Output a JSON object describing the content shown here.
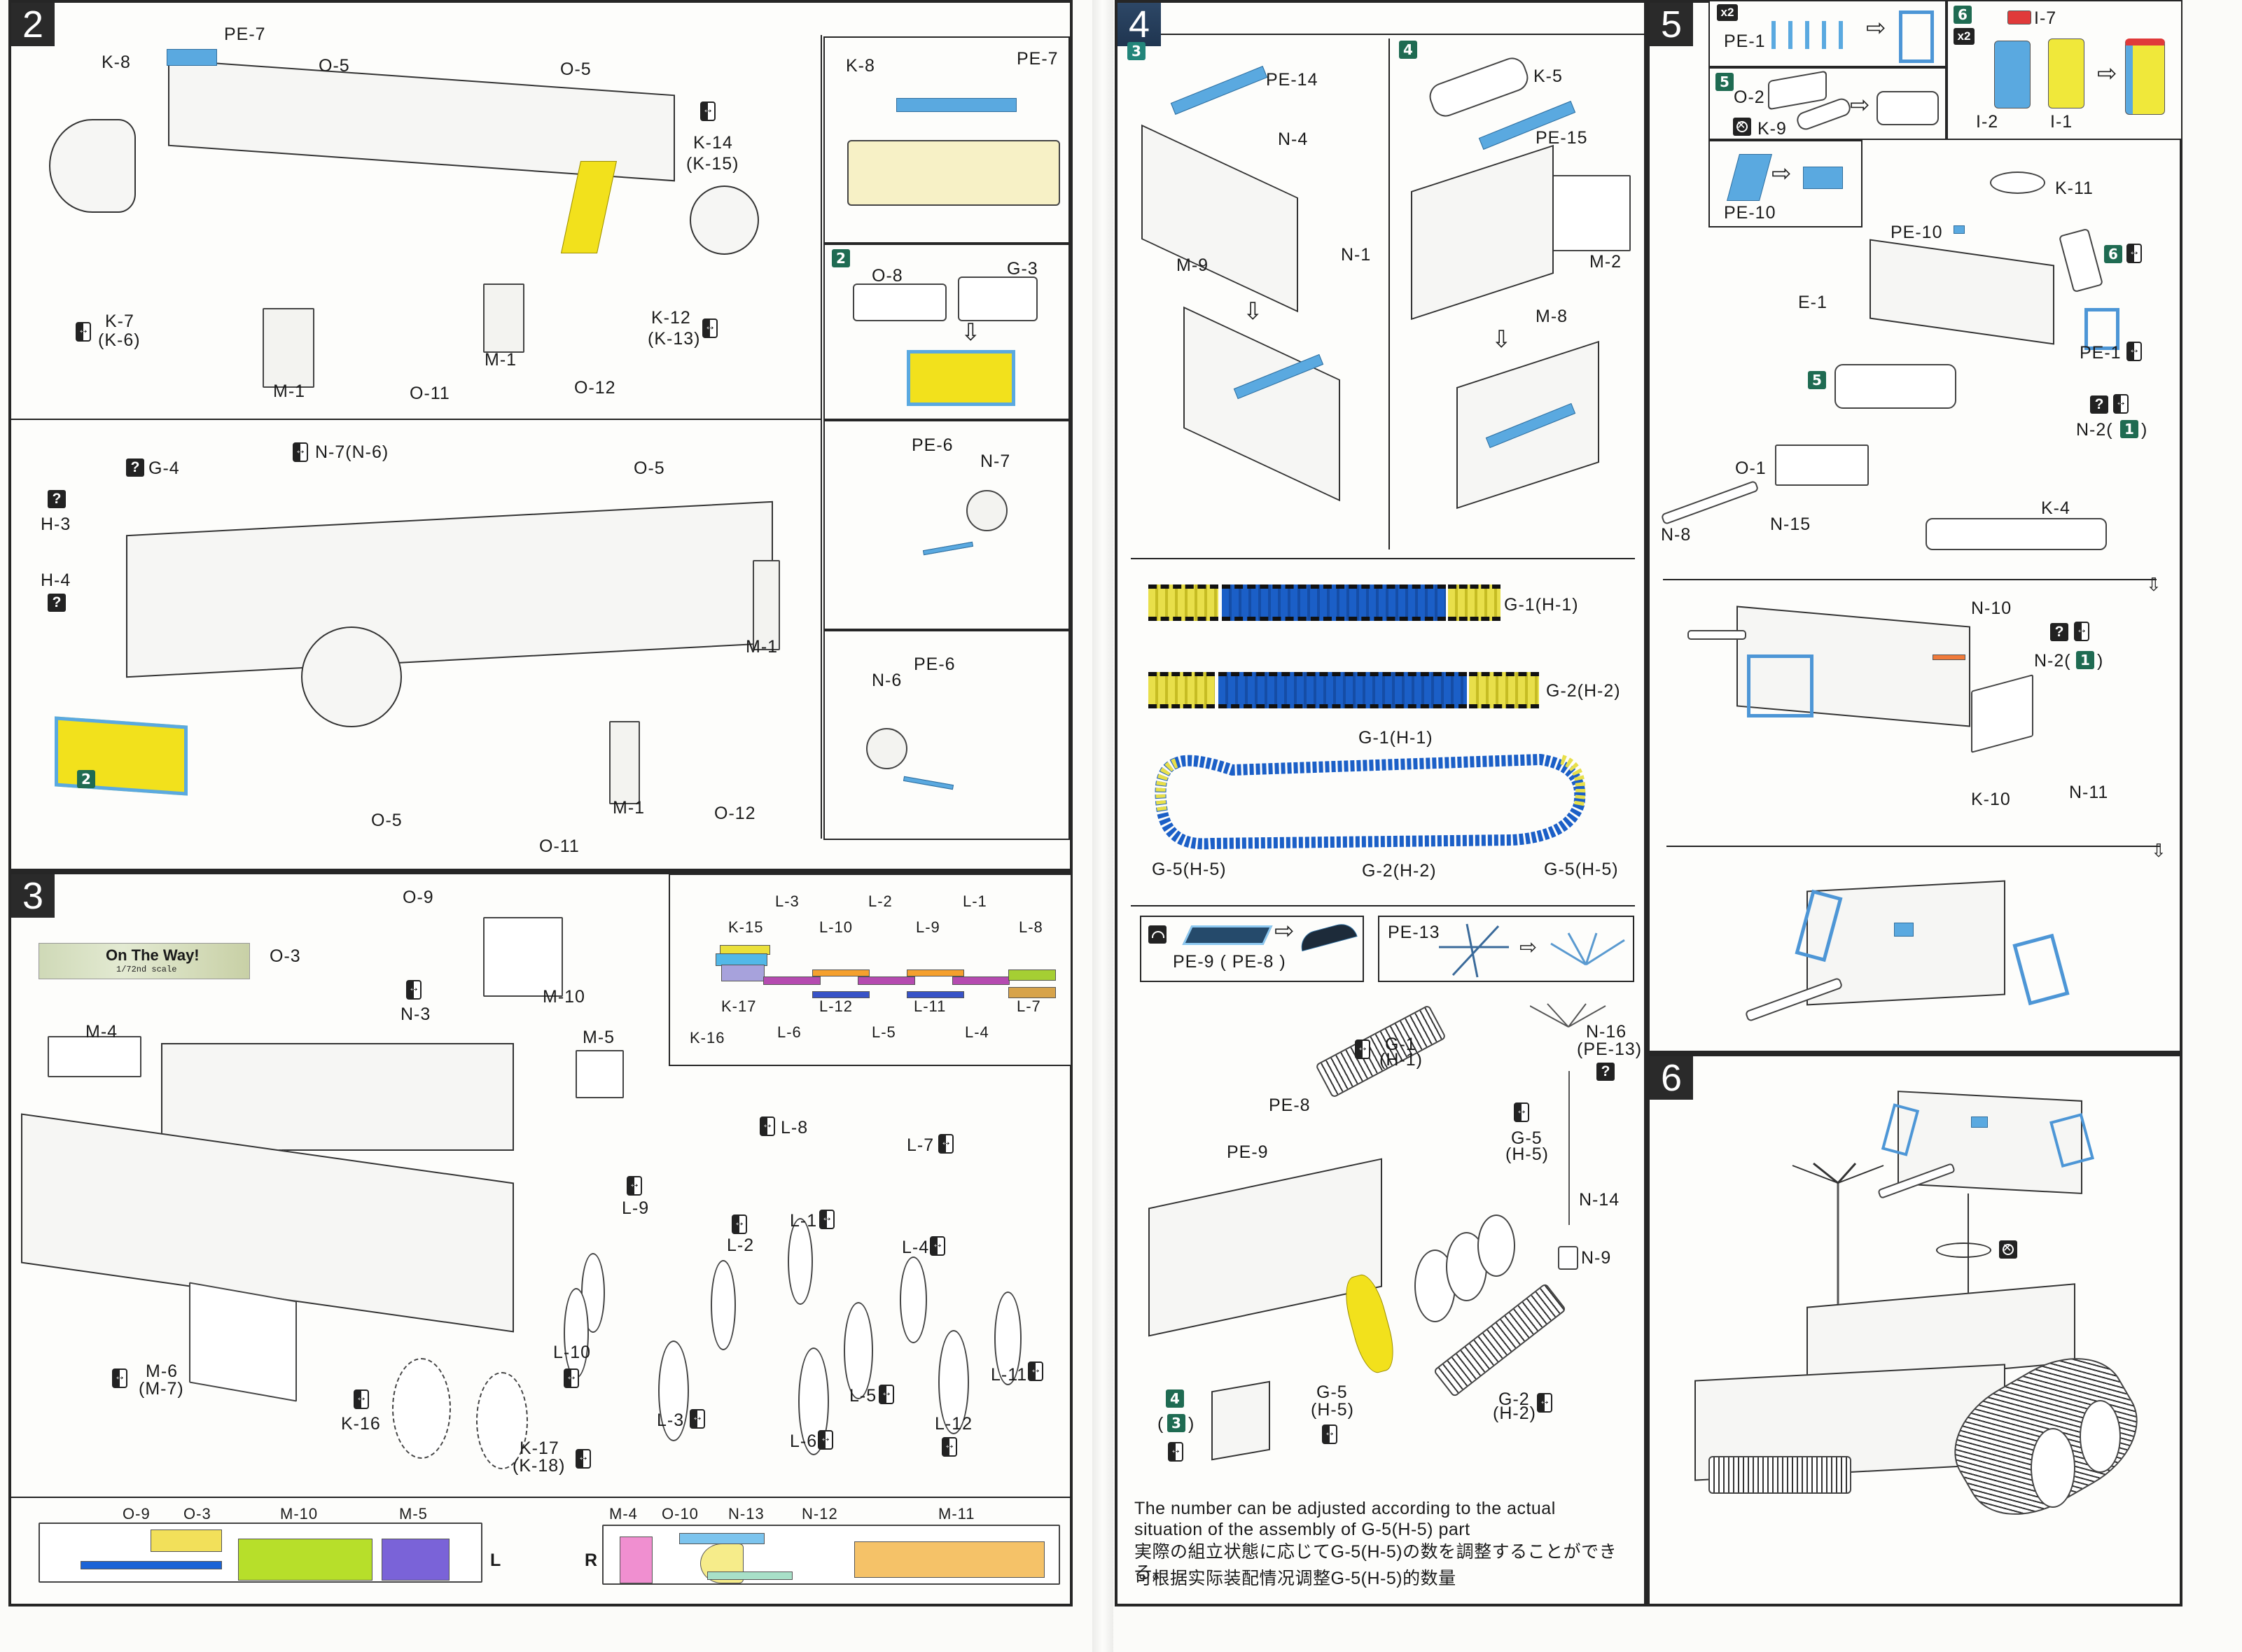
{
  "steps": {
    "step2": {
      "number": "2",
      "upper_labels": [
        "PE-7",
        "K-8",
        "O-5",
        "O-5",
        "K-14",
        "(K-15)",
        "K-7",
        "(K-6)",
        "M-1",
        "O-11",
        "M-1",
        "O-12",
        "K-12",
        "(K-13)"
      ],
      "lower_labels": [
        "G-4",
        "H-3",
        "H-4",
        "N-7(N-6)",
        "O-5",
        "M-1",
        "O-5",
        "O-11",
        "M-1",
        "O-12"
      ],
      "sub_badge": "2",
      "detail_top": {
        "labels": [
          "K-8",
          "PE-7"
        ]
      },
      "detail_sub2": {
        "badge": "2",
        "labels": [
          "O-8",
          "G-3"
        ]
      },
      "detail_n7": {
        "labels": [
          "PE-6",
          "N-7"
        ]
      },
      "detail_n6": {
        "labels": [
          "PE-6",
          "N-6"
        ]
      }
    },
    "step3": {
      "number": "3",
      "logo": {
        "title": "On The Way!",
        "scale": "1/72nd scale",
        "subtitle": "Armour Modeling Resource Centre"
      },
      "labels_top": [
        "O-9",
        "O-3",
        "N-3",
        "M-10",
        "M-4",
        "M-5"
      ],
      "labels_wheels": [
        "L-8",
        "L-7",
        "L-9",
        "L-2",
        "L-1",
        "L-4",
        "L-10",
        "L-5",
        "L-11",
        "L-3",
        "L-6",
        "L-12",
        "M-6",
        "(M-7)",
        "K-16",
        "K-17",
        "(K-18)"
      ],
      "wheel_legend": {
        "top": [
          "L-3",
          "L-2",
          "L-1"
        ],
        "mid_top": [
          "K-15",
          "L-10",
          "L-9",
          "L-8"
        ],
        "mid_bottom": [
          "K-17",
          "L-12",
          "L-11",
          "L-7"
        ],
        "bottom": [
          "K-16",
          "L-6",
          "L-5",
          "L-4"
        ]
      },
      "side_left": {
        "side": "L",
        "labels": [
          "O-9",
          "O-3",
          "M-10",
          "M-5"
        ]
      },
      "side_right": {
        "side": "R",
        "labels": [
          "M-4",
          "O-10",
          "N-13",
          "N-12",
          "M-11"
        ]
      }
    },
    "step4": {
      "number": "4",
      "sub3": {
        "badge": "3",
        "labels": [
          "PE-14",
          "N-4",
          "M-9",
          "N-1"
        ]
      },
      "sub4": {
        "badge": "4",
        "labels": [
          "K-5",
          "PE-15",
          "M-2",
          "M-8"
        ]
      },
      "track_labels": [
        "G-1(H-1)",
        "G-2(H-2)"
      ],
      "loop_labels": {
        "top": "G-1(H-1)",
        "bottom": "G-2(H-2)",
        "left": "G-5(H-5)",
        "right": "G-5(H-5)"
      },
      "pe9_box": "PE-9 ( PE-8 )",
      "pe13_box": "PE-13",
      "assembly_labels": [
        "G-1",
        "(H-1)",
        "N-16",
        "(PE-13)",
        "PE-8",
        "PE-9",
        "G-5",
        "(H-5)",
        "N-14",
        "N-9",
        "G-5",
        "(H-5)",
        "G-2",
        "(H-2)"
      ],
      "assembly_badges": [
        "4",
        "3"
      ],
      "note_en": "The number can be adjusted according to the actual situation of the  assembly of G-5(H-5) part",
      "note_ja": "実際の組立状態に応じてG-5(H-5)の数を調整することができる。",
      "note_zh": "可根据实际装配情况调整G-5(H-5)的数量"
    },
    "step5": {
      "number": "5",
      "pe1_box": {
        "multiplier": "x2",
        "label": "PE-1"
      },
      "sub5_box": {
        "badge": "5",
        "labels": [
          "O-2",
          "K-9"
        ]
      },
      "sub6_box": {
        "badge": "6",
        "multiplier": "x2",
        "labels": [
          "I-7",
          "I-2",
          "I-1"
        ]
      },
      "pe10_box": {
        "label": "PE-10"
      },
      "turret_labels": [
        "K-11",
        "PE-10",
        "E-1",
        "PE-1",
        "N-2(",
        "1",
        ")",
        "O-1",
        "N-8",
        "N-15",
        "K-4"
      ],
      "turret_badges": [
        "6",
        "5"
      ],
      "turret2_labels": [
        "N-10",
        "N-2(",
        "1",
        ")",
        "K-10",
        "N-11"
      ]
    },
    "step6": {
      "number": "6"
    }
  },
  "colors": {
    "step_badge": "#2a2a2a",
    "step4_badge": "#1f3550",
    "sub_badge": "#1f6b52",
    "pe_blue": "#5aa9e0",
    "track_blue": "#1b5fc7",
    "track_yellow": "#e8df4a",
    "jerrycan_red": "#e03a3a",
    "side_green": "#b7df2a",
    "side_purple": "#7a63d8",
    "side_pink": "#f08fd0",
    "side_orange": "#f5c268"
  }
}
